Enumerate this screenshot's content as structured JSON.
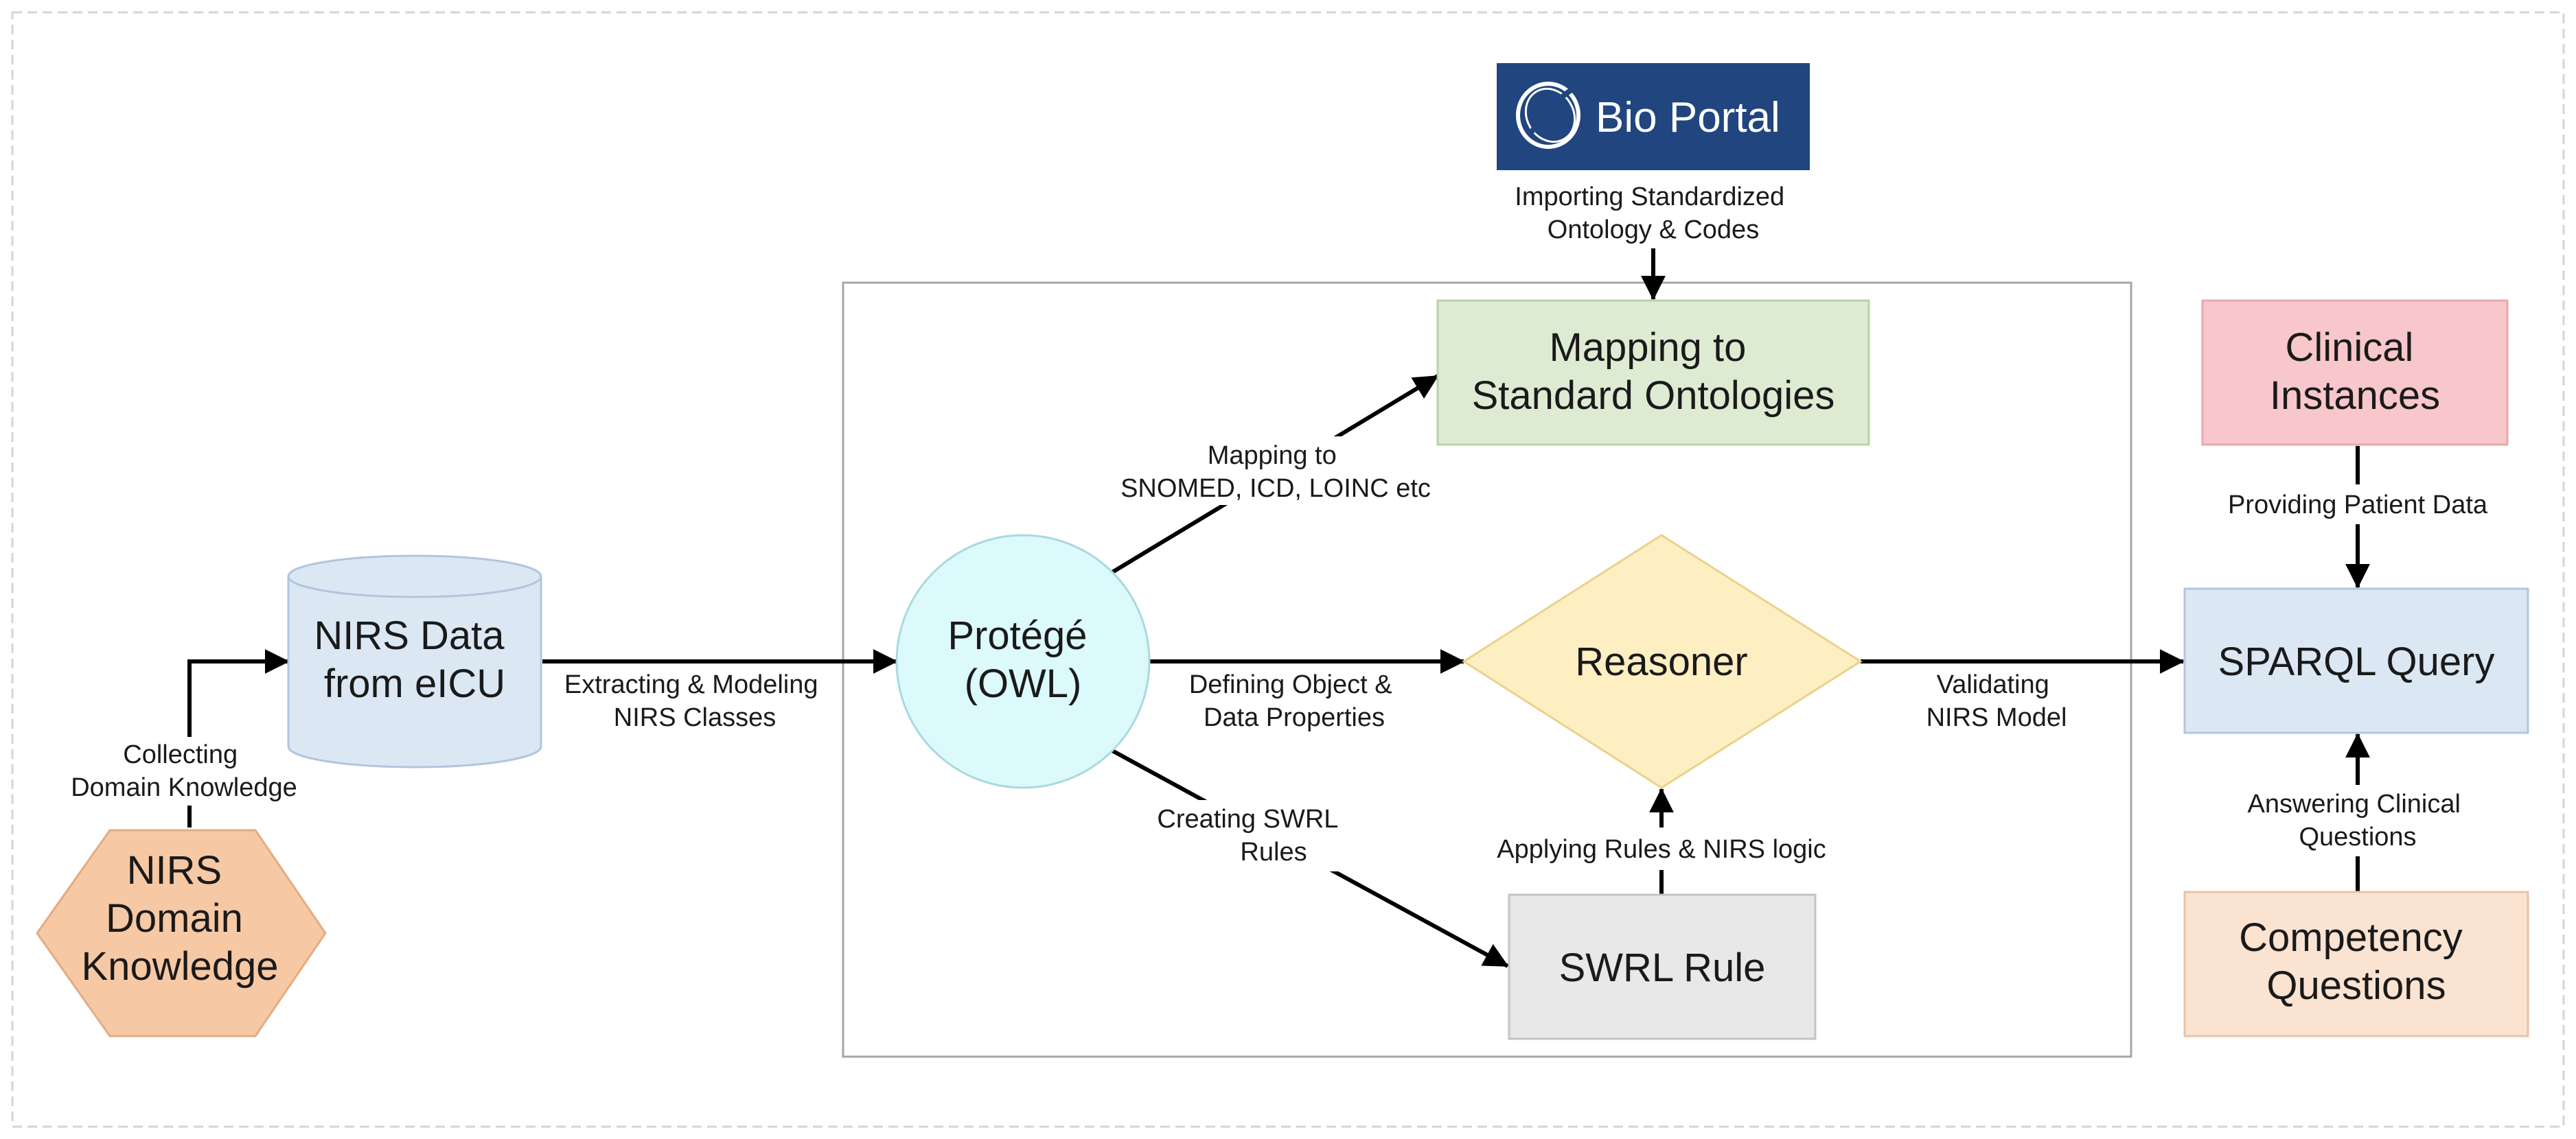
{
  "nodes": {
    "bioportal": {
      "label": "Bio Portal"
    },
    "mapping": {
      "line1": "Mapping to",
      "line2": "Standard Ontologies"
    },
    "clinical": {
      "line1": "Clinical",
      "line2": "Instances"
    },
    "nirs_data": {
      "line1": "NIRS Data",
      "line2": "from eICU"
    },
    "protege": {
      "line1": "Protégé",
      "line2": "(OWL)"
    },
    "reasoner": {
      "label": "Reasoner"
    },
    "sparql": {
      "label": "SPARQL Query"
    },
    "domain": {
      "line1": "NIRS",
      "line2": "Domain",
      "line3": "Knowledge"
    },
    "swrl": {
      "label": "SWRL Rule"
    },
    "competency": {
      "line1": "Competency",
      "line2": "Questions"
    }
  },
  "edges": {
    "importing": {
      "line1": "Importing Standardized",
      "line2": "Ontology & Codes"
    },
    "mapping_to": {
      "line1": "Mapping to",
      "line2": "SNOMED, ICD, LOINC etc"
    },
    "providing": {
      "line1": "Providing Patient Data"
    },
    "extracting": {
      "line1": "Extracting & Modeling",
      "line2": "NIRS Classes"
    },
    "defining": {
      "line1": "Defining Object &",
      "line2": "Data Properties"
    },
    "validating": {
      "line1": "Validating",
      "line2": "NIRS Model"
    },
    "collecting": {
      "line1": "Collecting",
      "line2": "Domain Knowledge"
    },
    "creating": {
      "line1": "Creating SWRL",
      "line2": "Rules"
    },
    "applying": {
      "line1": "Applying Rules & NIRS logic"
    },
    "answering": {
      "line1": "Answering Clinical",
      "line2": "Questions"
    }
  },
  "colors": {
    "bioportal_bg": "#21457e",
    "mapping_fill": "#deebd3",
    "mapping_stroke": "#b7d3a4",
    "clinical_fill": "#f8c7cb",
    "clinical_stroke": "#e8a9ae",
    "nirs_fill": "#dce7f4",
    "nirs_stroke": "#b2c5de",
    "protege_fill": "#dcf9fb",
    "protege_stroke": "#a9d9df",
    "reasoner_fill": "#fdefc2",
    "reasoner_stroke": "#ead28a",
    "sparql_fill": "#dce7f4",
    "sparql_stroke": "#b2c5de",
    "domain_fill": "#f6c8a4",
    "domain_stroke": "#e3ac82",
    "swrl_fill": "#e8e8e8",
    "swrl_stroke": "#c4c4c4",
    "competency_fill": "#fbe3d2",
    "competency_stroke": "#eac2a6",
    "container_stroke": "#a6a6a6",
    "frame_stroke": "#d4d4d4"
  }
}
